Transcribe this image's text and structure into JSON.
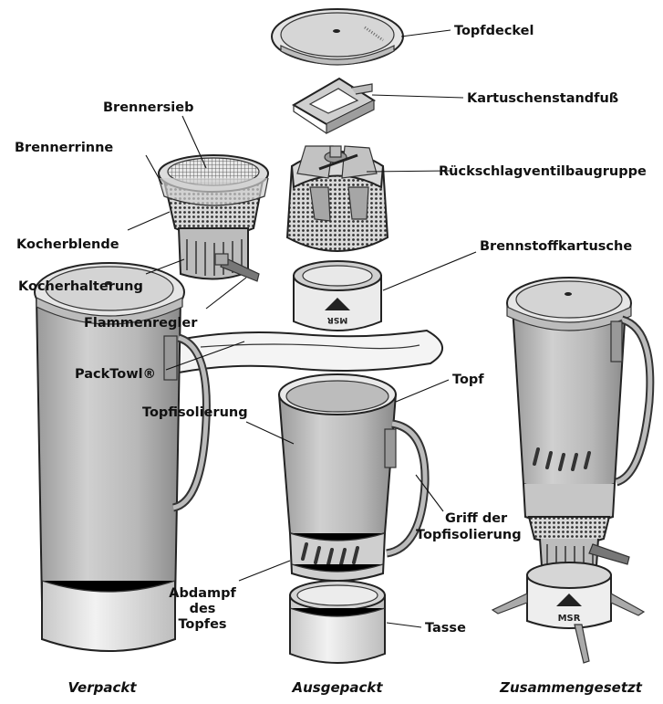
{
  "labels": {
    "topfdeckel": "Topfdeckel",
    "kartuschenstandfuss": "Kartuschenstandfuß",
    "brennersieb": "Brennersieb",
    "brennerrinne": "Brennerrinne",
    "rueckschlagventil": "Rückschlagventilbaugruppe",
    "kocherblende": "Kocherblende",
    "brennstoffkartusche": "Brennstoffkartusche",
    "kocherhalterung": "Kocherhalterung",
    "flammenregler": "Flammenregler",
    "packtowl": "PackTowl®",
    "topf": "Topf",
    "topfisolierung": "Topfisolierung",
    "griff_line1": "Griff der",
    "griff_line2": "Topfisolierung",
    "abdampf_line1": "Abdampf",
    "abdampf_line2": "des",
    "abdampf_line3": "Topfes",
    "tasse": "Tasse"
  },
  "captions": {
    "verpackt": "Verpackt",
    "ausgepackt": "Ausgepackt",
    "zusammengesetzt": "Zusammengesetzt"
  },
  "logo_text": "MSR",
  "colors": {
    "outline": "#222222",
    "body_gray": "#bfbfbf",
    "light_gray": "#e6e6e6",
    "dark_gray": "#8c8c8c"
  }
}
